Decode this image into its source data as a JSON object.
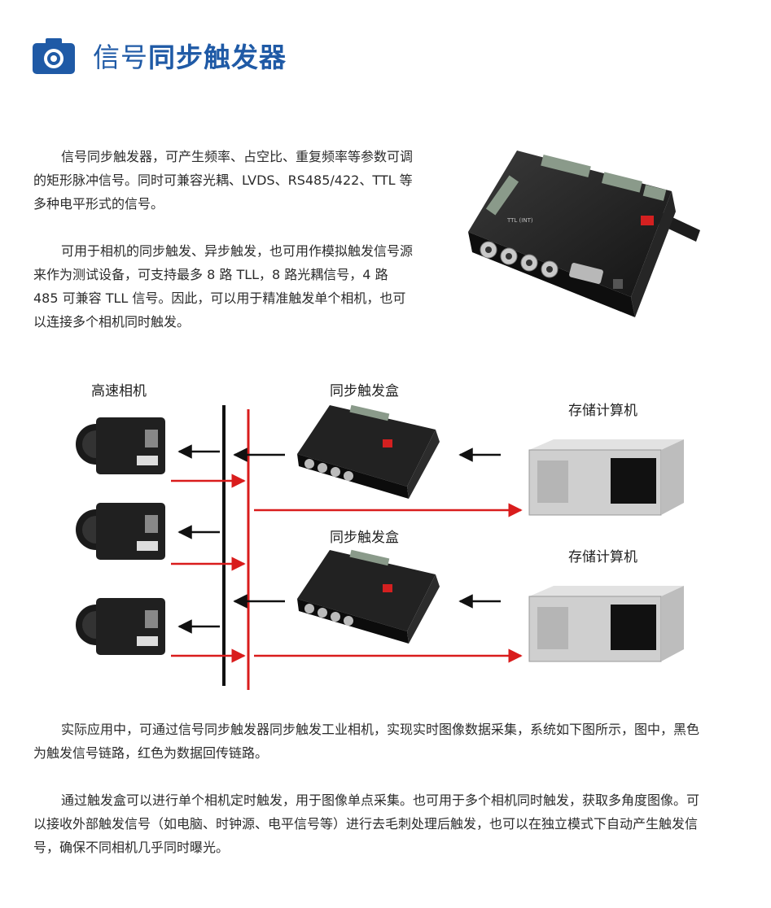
{
  "header": {
    "icon": "camera-icon",
    "title_light": "信号",
    "title_bold": "同步触发器",
    "accent_color": "#1f5aa6"
  },
  "intro": {
    "p1": "信号同步触发器，可产生频率、占空比、重复频率等参数可调的矩形脉冲信号。同时可兼容光耦、LVDS、RS485/422、TTL 等多种电平形式的信号。",
    "p2": "可用于相机的同步触发、异步触发，也可用作模拟触发信号源来作为测试设备，可支持最多 8 路 TLL，8 路光耦信号，4 路 485 可兼容 TLL 信号。因此，可以用于精准触发单个相机，也可以连接多个相机同时触发。"
  },
  "photo": {
    "device_marking": "TTL (INT)"
  },
  "diagram": {
    "camera_label": "高速相机",
    "trigger_box_label_1": "同步触发盒",
    "trigger_box_label_2": "同步触发盒",
    "computer_label_1": "存储计算机",
    "computer_label_2": "存储计算机",
    "trigger_line_color": "#111111",
    "data_line_color": "#d91c1c"
  },
  "bottom": {
    "p1": "实际应用中，可通过信号同步触发器同步触发工业相机，实现实时图像数据采集，系统如下图所示，图中，黑色为触发信号链路，红色为数据回传链路。",
    "p2": "通过触发盒可以进行单个相机定时触发，用于图像单点采集。也可用于多个相机同时触发，获取多角度图像。可以接收外部触发信号（如电脑、时钟源、电平信号等）进行去毛刺处理后触发，也可以在独立模式下自动产生触发信号，确保不同相机几乎同时曝光。"
  }
}
